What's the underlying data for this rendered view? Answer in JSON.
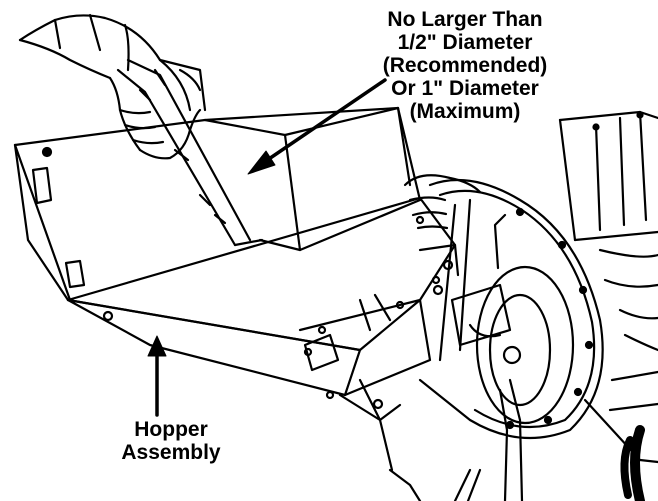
{
  "figure": {
    "subject": "Chipper hopper assembly with branch being fed by hand",
    "line_color": "#000000",
    "background": "#ffffff"
  },
  "callouts": {
    "size_limit": {
      "lines": [
        "No Larger Than",
        "1/2\" Diameter",
        "(Recommended)",
        "Or 1\" Diameter",
        "(Maximum)"
      ]
    },
    "hopper": {
      "lines": [
        "Hopper",
        "Assembly"
      ]
    }
  }
}
